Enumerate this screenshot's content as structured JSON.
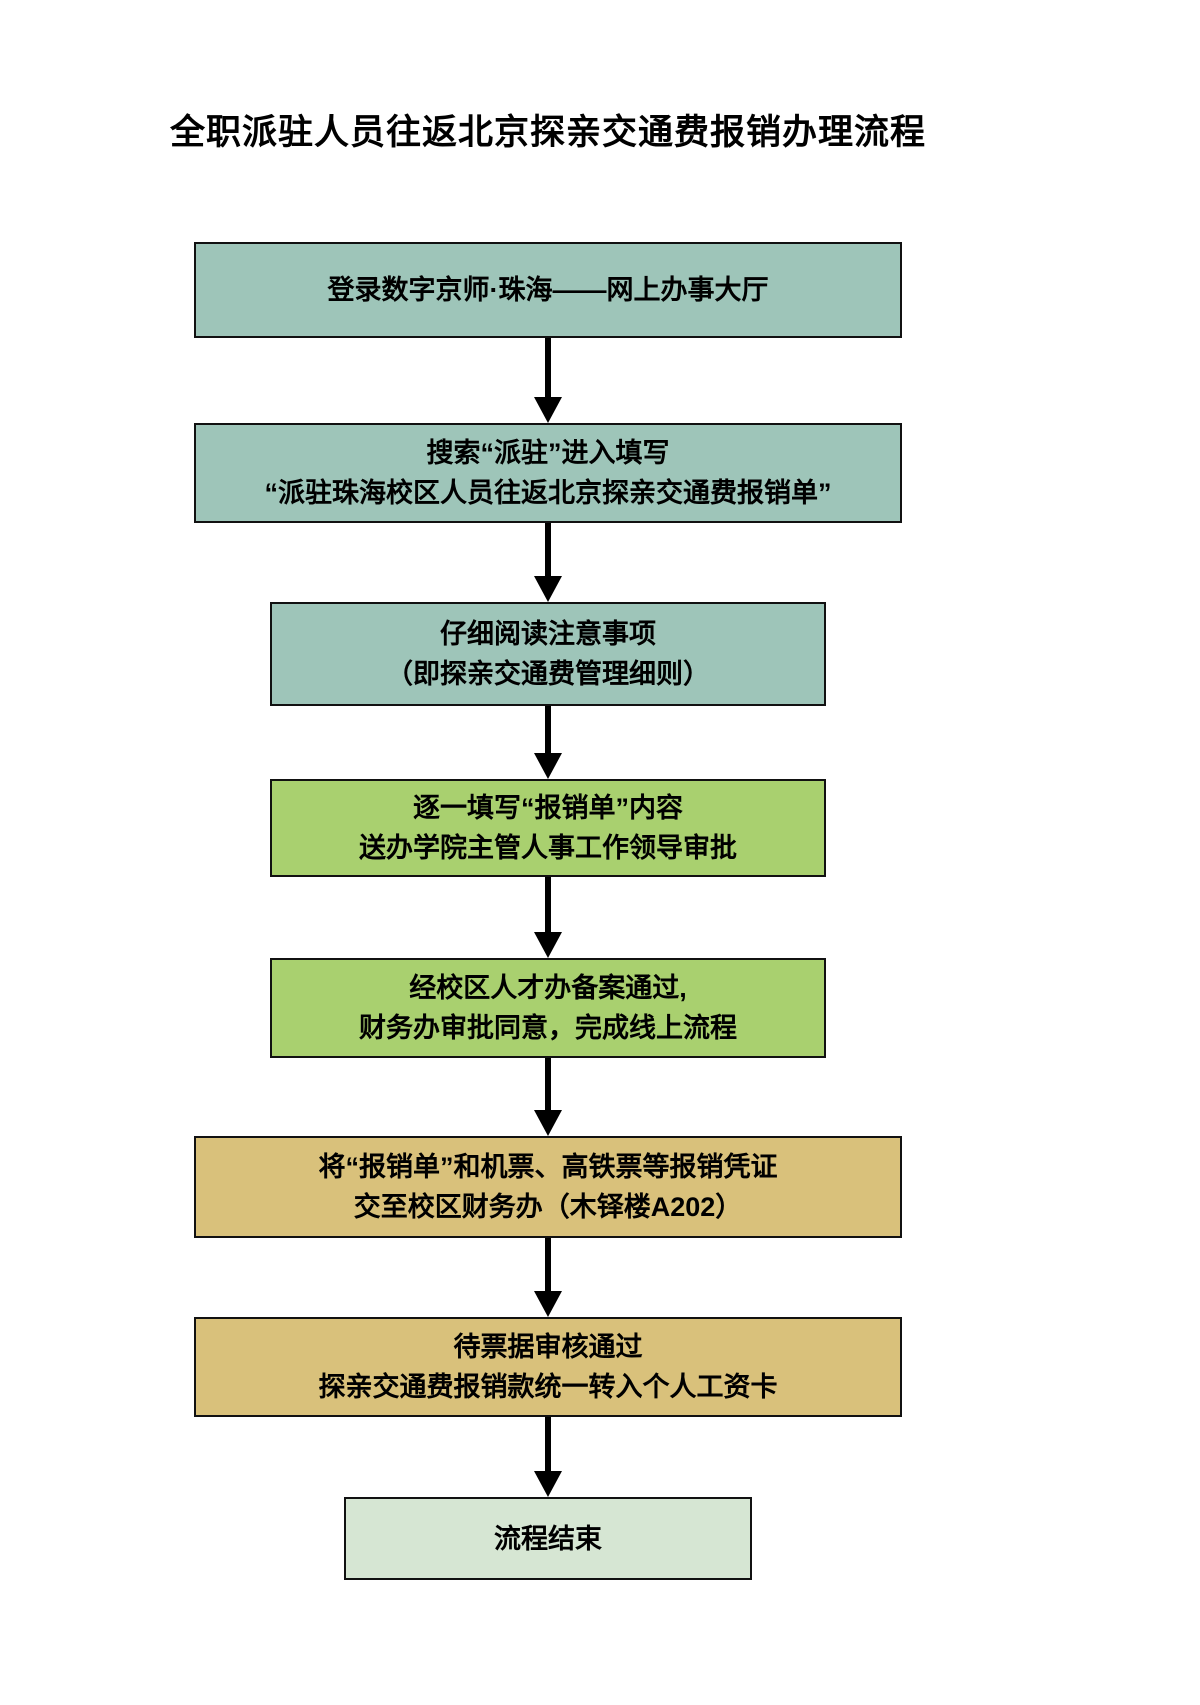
{
  "title": "全职派驻人员往返北京探亲交通费报销办理流程",
  "flowchart": {
    "colors": {
      "teal": "#9ec5b9",
      "green": "#a9d06f",
      "tan": "#d9c17b",
      "pale_green": "#d6e6d3",
      "border": "#111111",
      "arrow": "#000000"
    },
    "nodes": [
      {
        "line1": "登录数字京师·珠海——网上办事大厅",
        "line2": "",
        "color": "#9ec5b9"
      },
      {
        "line1": "搜索“派驻”进入填写",
        "line2": "“派驻珠海校区人员往返北京探亲交通费报销单”",
        "color": "#9ec5b9"
      },
      {
        "line1": "仔细阅读注意事项",
        "line2": "（即探亲交通费管理细则）",
        "color": "#9ec5b9"
      },
      {
        "line1": "逐一填写“报销单”内容",
        "line2": "送办学院主管人事工作领导审批",
        "color": "#a9d06f"
      },
      {
        "line1": "经校区人才办备案通过,",
        "line2": "财务办审批同意，完成线上流程",
        "color": "#a9d06f"
      },
      {
        "line1": "将“报销单”和机票、高铁票等报销凭证",
        "line2": "交至校区财务办（木铎楼A202）",
        "color": "#d9c17b"
      },
      {
        "line1": "待票据审核通过",
        "line2": "探亲交通费报销款统一转入个人工资卡",
        "color": "#d9c17b"
      },
      {
        "line1": "流程结束",
        "line2": "",
        "color": "#d6e6d3"
      }
    ]
  }
}
